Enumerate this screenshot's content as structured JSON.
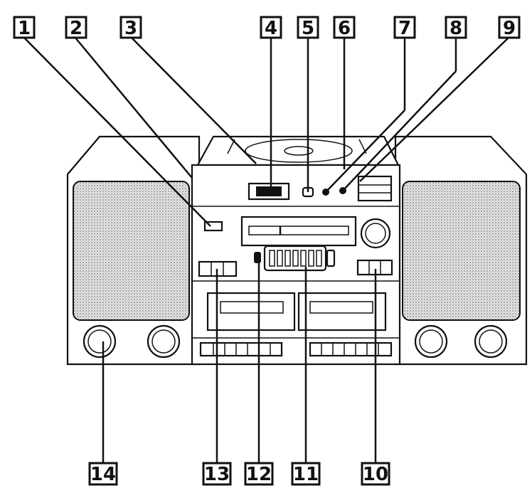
{
  "callouts": [
    {
      "id": "1",
      "label": "1"
    },
    {
      "id": "2",
      "label": "2"
    },
    {
      "id": "3",
      "label": "3"
    },
    {
      "id": "4",
      "label": "4"
    },
    {
      "id": "5",
      "label": "5"
    },
    {
      "id": "6",
      "label": "6"
    },
    {
      "id": "7",
      "label": "7"
    },
    {
      "id": "8",
      "label": "8"
    },
    {
      "id": "9",
      "label": "9"
    },
    {
      "id": "10",
      "label": "10"
    },
    {
      "id": "11",
      "label": "11"
    },
    {
      "id": "12",
      "label": "12"
    },
    {
      "id": "13",
      "label": "13"
    },
    {
      "id": "14",
      "label": "14"
    }
  ],
  "colors": {
    "ink": "#111111",
    "paper": "#ffffff",
    "speaker_grille": "#bdbdbd"
  }
}
